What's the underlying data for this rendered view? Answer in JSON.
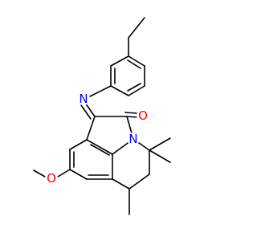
{
  "atoms": {
    "n_imine": {
      "symbol": "N",
      "color": "#0000ff"
    },
    "o_carbonyl": {
      "symbol": "O",
      "color": "#ff0000"
    },
    "n_ring": {
      "symbol": "N",
      "color": "#0000ff"
    },
    "o_methoxy": {
      "symbol": "O",
      "color": "#ff0000"
    }
  },
  "colors": {
    "bond": "#000000",
    "background": "#ffffff"
  }
}
